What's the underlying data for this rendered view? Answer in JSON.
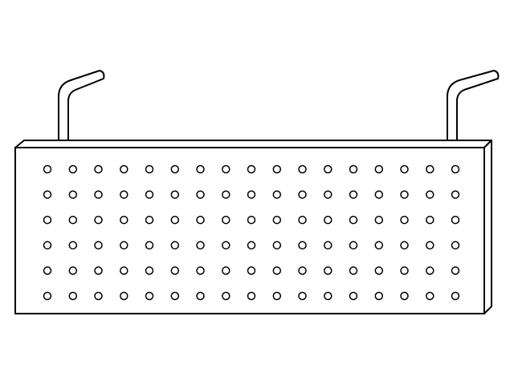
{
  "drawing": {
    "subject": "perforated-panel-with-mounting-hooks",
    "stroke_color": "#000000",
    "fill_color": "#ffffff",
    "perforation_grid": {
      "rows": 6,
      "columns": 17
    },
    "mounting_hooks": 2
  }
}
